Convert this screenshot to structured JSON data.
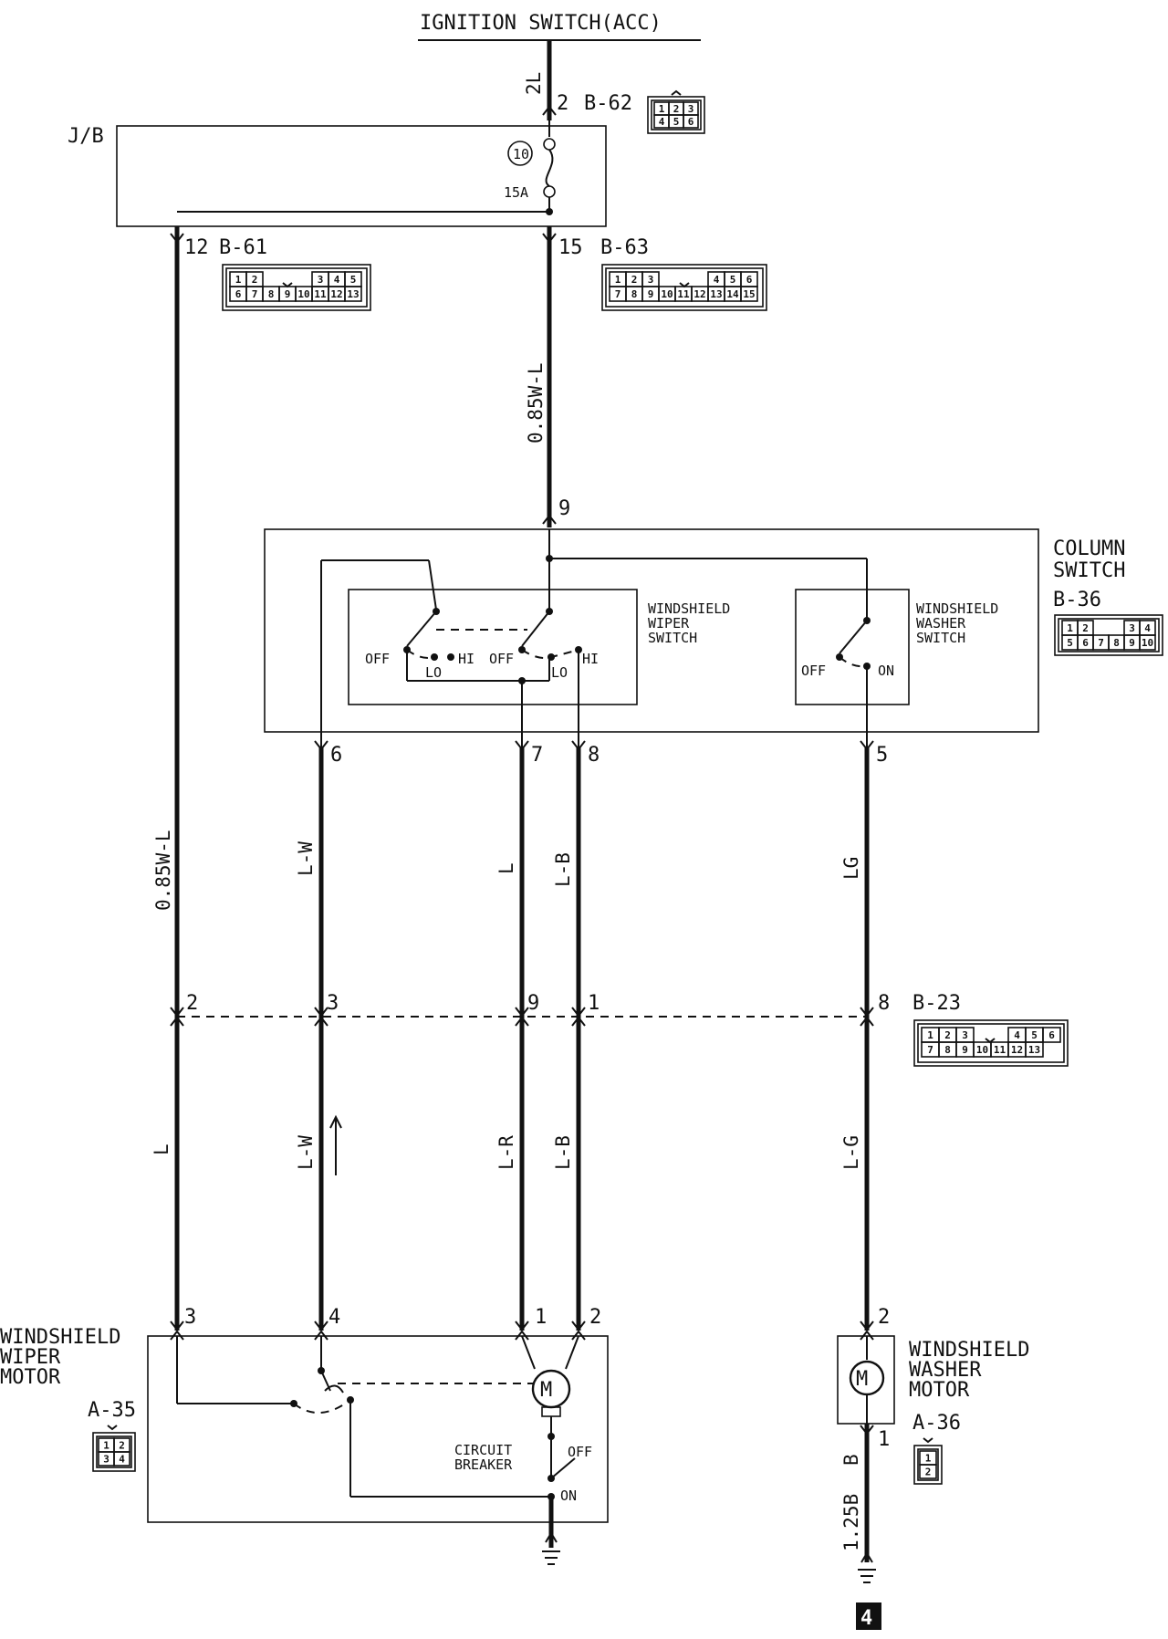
{
  "title": "IGNITION SWITCH(ACC)",
  "junction_box": "J/B",
  "fuse": {
    "number": "10",
    "rating": "15A"
  },
  "connectors": {
    "b62": {
      "name": "B-62",
      "pin": "2",
      "cells": [
        "1",
        "2",
        "3",
        "4",
        "5",
        "6"
      ]
    },
    "b61": {
      "name": "B-61",
      "pin": "12",
      "cells": [
        "1",
        "2",
        "3",
        "4",
        "5",
        "6",
        "7",
        "8",
        "9",
        "10",
        "11",
        "12",
        "13"
      ]
    },
    "b63": {
      "name": "B-63",
      "pin": "15",
      "cells": [
        "1",
        "2",
        "3",
        "4",
        "5",
        "6",
        "7",
        "8",
        "9",
        "10",
        "11",
        "12",
        "13",
        "14",
        "15"
      ]
    },
    "b36": {
      "name": "B-36",
      "cells": [
        "1",
        "2",
        "3",
        "4",
        "5",
        "6",
        "7",
        "8",
        "9",
        "10"
      ]
    },
    "b23": {
      "name": "B-23",
      "cells": [
        "1",
        "2",
        "3",
        "4",
        "5",
        "6",
        "7",
        "8",
        "9",
        "10",
        "11",
        "12",
        "13"
      ]
    },
    "a35": {
      "name": "A-35",
      "cells": [
        "1",
        "2",
        "3",
        "4"
      ]
    },
    "a36": {
      "name": "A-36",
      "cells": [
        "1",
        "2"
      ]
    }
  },
  "wires": {
    "w2l": "2L",
    "w085_top": "0.85W-L",
    "w085_left": "0.85W-L",
    "lw_top": "L-W",
    "l_top": "L",
    "lb_top": "L-B",
    "lg_top": "LG",
    "l_bottom": "L",
    "lw_bottom": "L-W",
    "lr_bottom": "L-R",
    "lb_bottom": "L-B",
    "lg_bottom": "L-G",
    "b_ground": "B",
    "b125": "1.25B"
  },
  "column_switch": {
    "title_line1": "COLUMN",
    "title_line2": "SWITCH",
    "input_pin": "9",
    "out_pins": [
      "6",
      "7",
      "8",
      "5"
    ]
  },
  "wiper_switch": {
    "label_line1": "WINDSHIELD",
    "label_line2": "WIPER",
    "label_line3": "SWITCH",
    "positions": [
      "OFF",
      "LO",
      "HI",
      "OFF",
      "LO",
      "HI"
    ]
  },
  "washer_switch": {
    "label_line1": "WINDSHIELD",
    "label_line2": "WASHER",
    "label_line3": "SWITCH",
    "positions": [
      "OFF",
      "ON"
    ]
  },
  "b23_pins": [
    "2",
    "3",
    "9",
    "1",
    "8"
  ],
  "wiper_motor": {
    "label_line1": "WINDSHIELD",
    "label_line2": "WIPER",
    "label_line3": "MOTOR",
    "pins": [
      "3",
      "4",
      "1",
      "2"
    ],
    "motor_symbol": "M",
    "breaker_line1": "CIRCUIT",
    "breaker_line2": "BREAKER",
    "breaker_off": "OFF",
    "breaker_on": "ON"
  },
  "washer_motor": {
    "label_line1": "WINDSHIELD",
    "label_line2": "WASHER",
    "label_line3": "MOTOR",
    "pins": [
      "2",
      "1"
    ],
    "motor_symbol": "M"
  },
  "ground_ref": "4"
}
